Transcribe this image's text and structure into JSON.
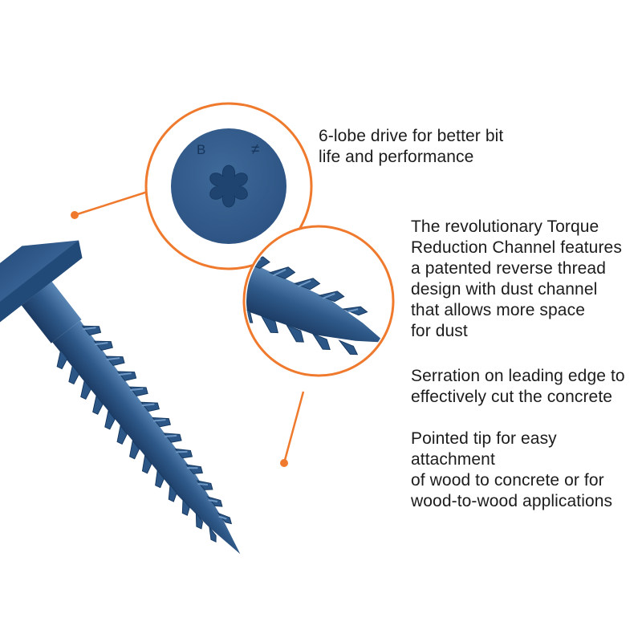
{
  "colors": {
    "accent_orange": "#ef7a2e",
    "screw_blue": "#2e5887",
    "screw_blue_dark": "#1e3f68",
    "screw_blue_light": "#4d7bab",
    "text": "#1c1c1c"
  },
  "icons": {
    "head_inset": "six-lobe-drive-icon",
    "thread_inset": "reverse-thread-icon"
  },
  "head_markings": {
    "left": "B",
    "right": "≠"
  },
  "callouts": {
    "drive": {
      "line1": "6-lobe drive for better bit",
      "line2": "life and performance"
    },
    "channel": {
      "line1": "The revolutionary Torque",
      "line2": "Reduction Channel features",
      "line3": "a patented reverse thread",
      "line4": "design with dust channel",
      "line5": "that allows more space",
      "line6": "for dust"
    },
    "serration": {
      "line1": "Serration on leading edge to",
      "line2": "effectively cut the concrete"
    },
    "tip": {
      "line1": "Pointed tip for easy attachment",
      "line2": "of wood to concrete or for",
      "line3": "wood-to-wood applications"
    }
  }
}
